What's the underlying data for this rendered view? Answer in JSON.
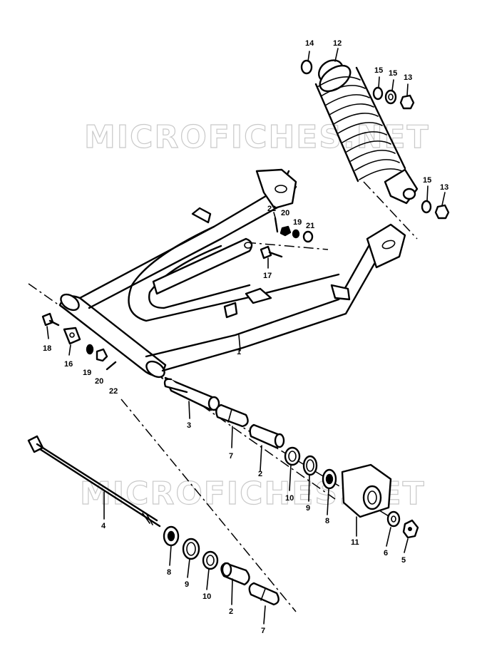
{
  "watermark": {
    "text": "MICROFICHES.NET",
    "color": "#c8c8c8"
  },
  "callouts": {
    "c1": "1",
    "c2a": "2",
    "c2b": "2",
    "c3": "3",
    "c4": "4",
    "c5": "5",
    "c6": "6",
    "c7a": "7",
    "c7b": "7",
    "c8a": "8",
    "c8b": "8",
    "c9a": "9",
    "c9b": "9",
    "c10a": "10",
    "c10b": "10",
    "c11": "11",
    "c12": "12",
    "c13a": "13",
    "c13b": "13",
    "c14": "14",
    "c15a": "15",
    "c15b": "15",
    "c15c": "15",
    "c16": "16",
    "c17": "17",
    "c18": "18",
    "c19a": "19",
    "c19b": "19",
    "c20a": "20",
    "c20b": "20",
    "c21": "21",
    "c22a": "22",
    "c22b": "22"
  },
  "colors": {
    "line": "#000000",
    "background": "#ffffff"
  }
}
